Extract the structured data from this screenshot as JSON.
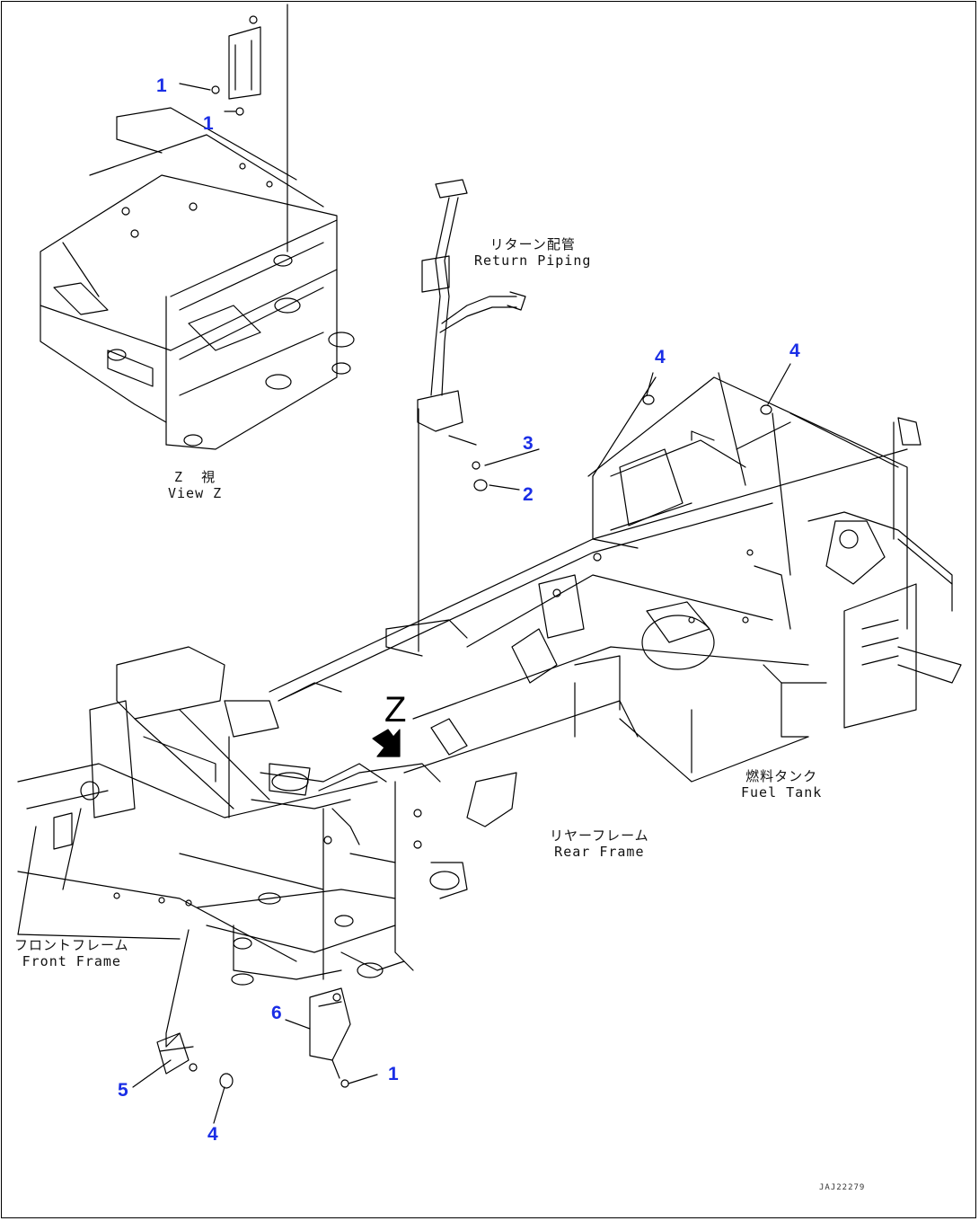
{
  "callouts": {
    "c1a": "1",
    "c1b": "1",
    "c1c": "1",
    "c2": "2",
    "c3": "3",
    "c4a": "4",
    "c4b": "4",
    "c4c": "4",
    "c5": "5",
    "c6": "6"
  },
  "labels": {
    "return_piping_jp": "リターン配管",
    "return_piping_en": "Return Piping",
    "view_z_jp": "Z  視",
    "view_z_en": "View Z",
    "fuel_tank_jp": "燃料タンク",
    "fuel_tank_en": "Fuel Tank",
    "rear_frame_jp": "リヤーフレーム",
    "rear_frame_en": "Rear Frame",
    "front_frame_jp": "フロントフレーム",
    "front_frame_en": "Front Frame",
    "view_letter": "Z",
    "drawing_code": "JAJ22279"
  },
  "colors": {
    "callout": "#1a2ee6",
    "line": "#000000"
  }
}
